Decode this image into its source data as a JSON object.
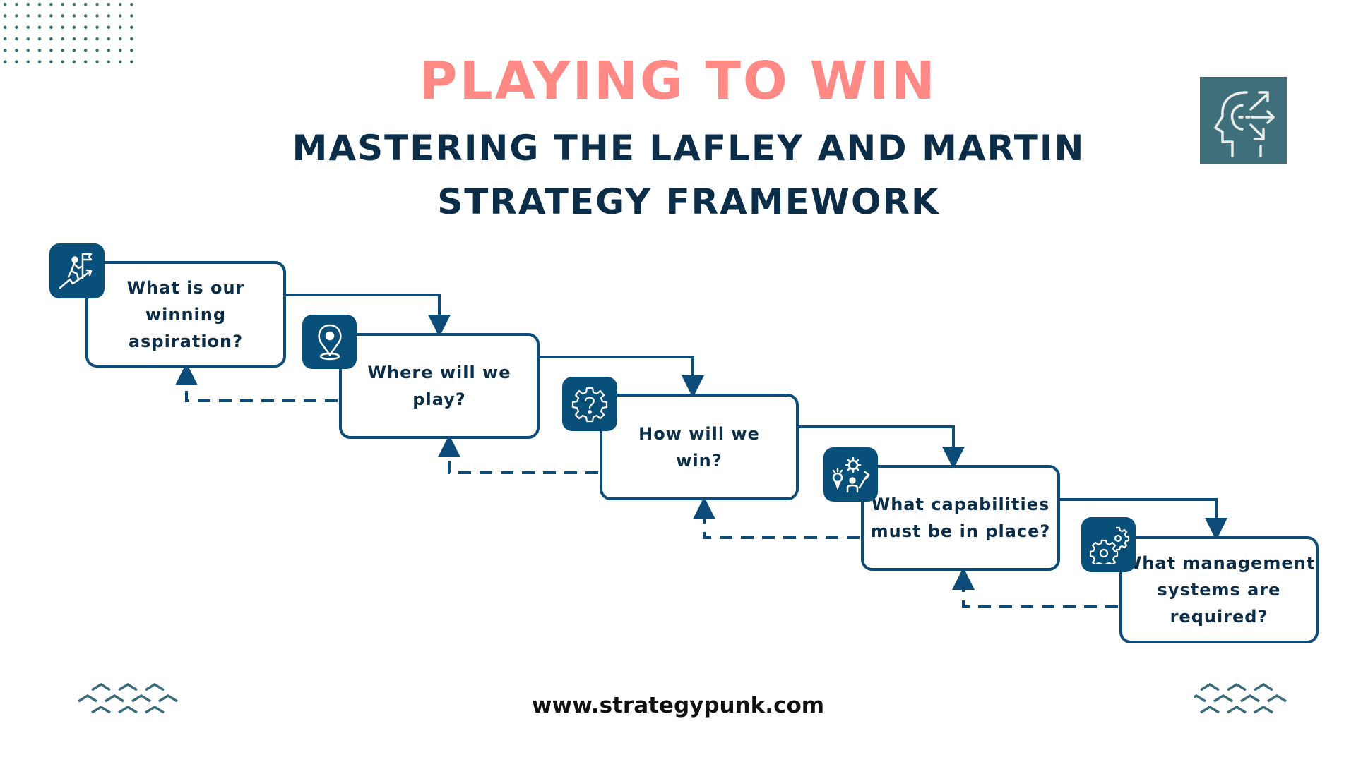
{
  "header": {
    "title": "PLAYING TO WIN",
    "subtitle_line1": "MASTERING THE LAFLEY AND MARTIN",
    "subtitle_line2": "STRATEGY FRAMEWORK",
    "brand_icon": "head-strategy-arrows-icon"
  },
  "colors": {
    "title": "#ff8a85",
    "subtitle": "#0c2d48",
    "primary": "#0d4c78",
    "icon_bg": "#084f7a",
    "brand_icon_bg": "#3e6f7a",
    "decor": "#3a6b7c",
    "footer": "#111111"
  },
  "steps": [
    {
      "label": "What is our winning aspiration?",
      "lines": [
        "What is our",
        "winning",
        "aspiration?"
      ],
      "icon": "climbing-flag-icon"
    },
    {
      "label": "Where will we play?",
      "lines": [
        "Where will we",
        "play?"
      ],
      "icon": "location-pin-icon"
    },
    {
      "label": "How will we win?",
      "lines": [
        "How will we",
        "win?"
      ],
      "icon": "gear-question-icon"
    },
    {
      "label": "What capabilities must be in place?",
      "lines": [
        "What capabilities",
        "must be in place?"
      ],
      "icon": "capabilities-person-tools-icon"
    },
    {
      "label": "What management systems are required?",
      "lines": [
        "What management",
        "systems are",
        "required?"
      ],
      "icon": "gears-icon"
    }
  ],
  "footer": {
    "url": "www.strategypunk.com"
  }
}
